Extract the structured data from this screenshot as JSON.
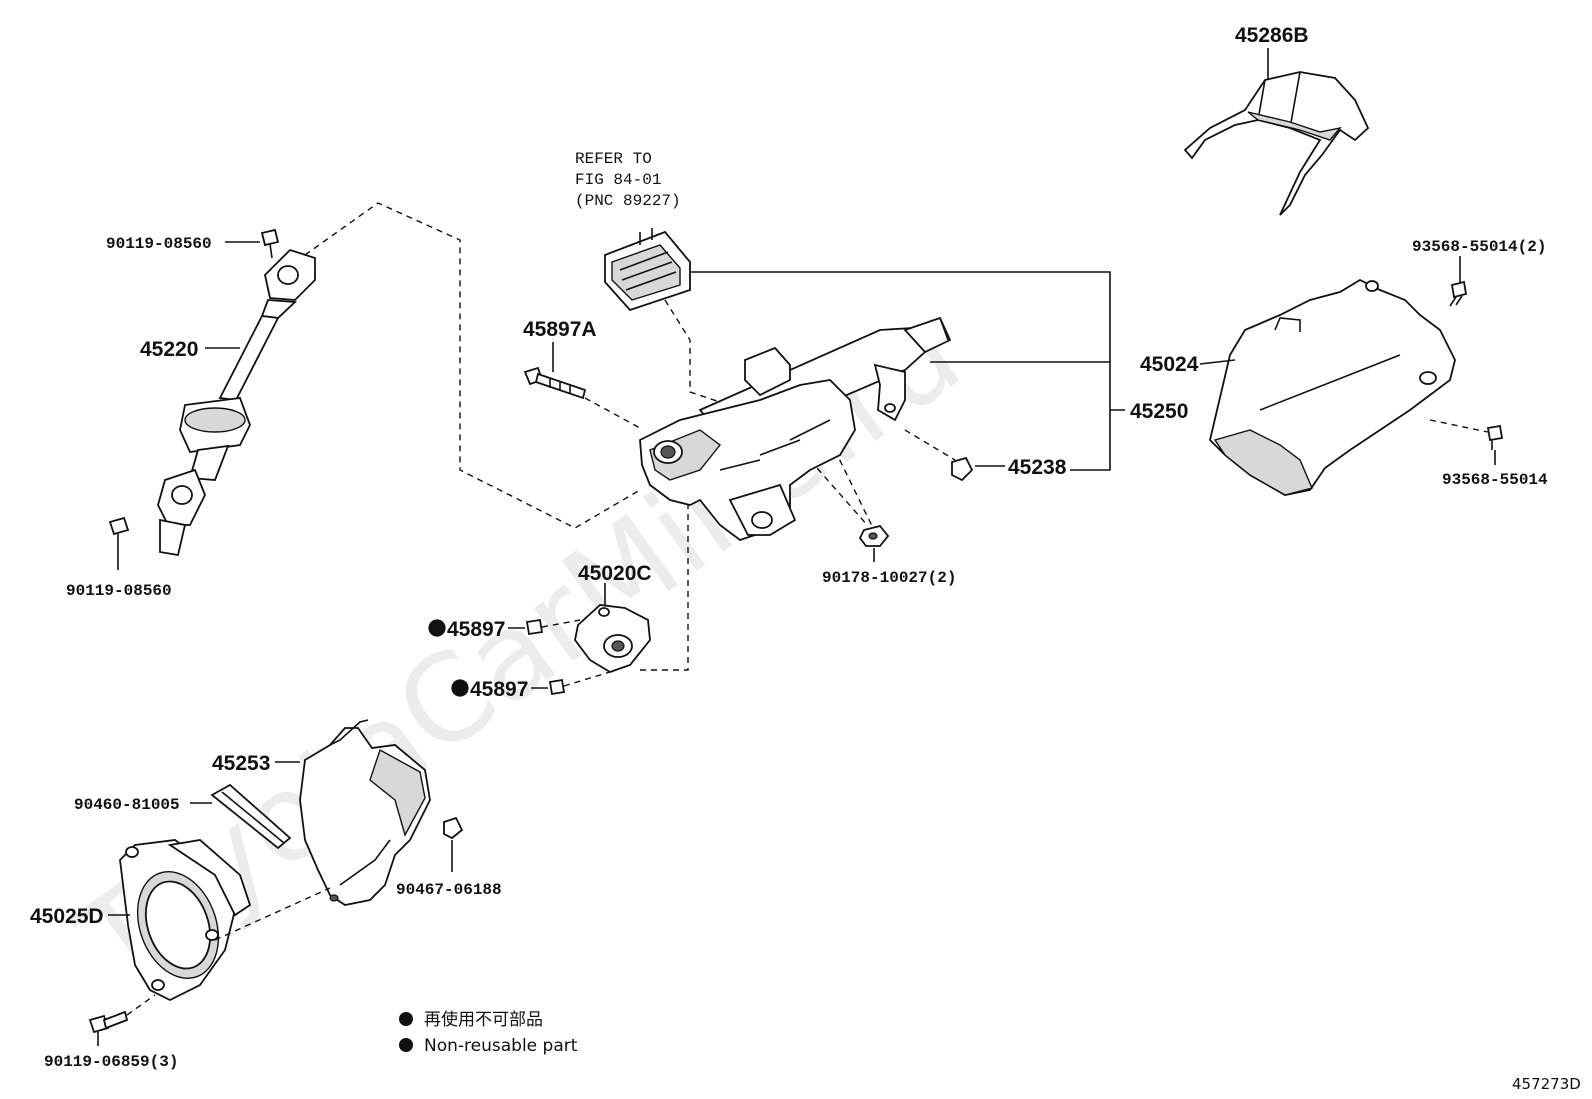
{
  "watermark": "ToyotaCarMine.ru",
  "figure_code": "457273D",
  "refer": {
    "line1": "REFER TO",
    "line2": "FIG 84-01",
    "line3": "(PNC 89227)"
  },
  "parts": {
    "p45286B": "45286B",
    "p93568_55014_2": "93568-55014(2)",
    "p45024": "45024",
    "p45250": "45250",
    "p93568_55014": "93568-55014",
    "p45238": "45238",
    "p90178_10027_2": "90178-10027(2)",
    "p90119_08560_top": "90119-08560",
    "p45220": "45220",
    "p90119_08560_bot": "90119-08560",
    "p45897A": "45897A",
    "p45020C": "45020C",
    "p45897_a": "45897",
    "p45897_b": "45897",
    "p45253": "45253",
    "p90460_81005": "90460-81005",
    "p90467_06188": "90467-06188",
    "p45025D": "45025D",
    "p90119_06859_3": "90119-06859(3)"
  },
  "legend": {
    "jp": "再使用不可部品",
    "en": "Non-reusable part"
  }
}
